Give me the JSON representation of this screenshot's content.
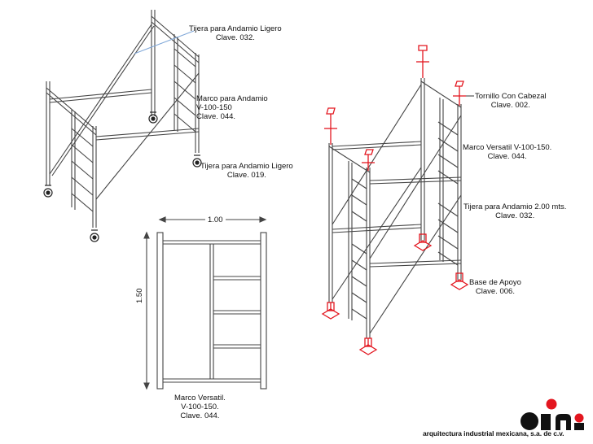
{
  "labels": {
    "tijera_ligero_032": {
      "name": "Tijera para Andamio Ligero",
      "clave": "Clave. 032."
    },
    "marco_andamio": {
      "line1": "Marco para Andamio",
      "line2": "V-100-150",
      "clave": "Clave. 044."
    },
    "tijera_ligero_019": {
      "name": "Tijera para Andamio Ligero",
      "clave": "Clave. 019."
    },
    "tornillo": {
      "name": "Tornillo Con Cabezal",
      "clave": "Clave. 002."
    },
    "marco_versatil_right": {
      "name": "Marco Versatil V-100-150.",
      "clave": "Clave. 044."
    },
    "tijera_200": {
      "name": "Tijera para Andamio 2.00 mts.",
      "clave": "Clave. 032."
    },
    "base_apoyo": {
      "name": "Base de Apoyo",
      "clave": "Clave. 006."
    },
    "marco_versatil_bottom": {
      "line1": "Marco  Versatil.",
      "line2": "V-100-150.",
      "clave": "Clave. 044."
    }
  },
  "dimensions": {
    "width": "1.00",
    "height": "1.50"
  },
  "brand": {
    "text": "arquitectura industrial mexicana, s.a. de c.v."
  },
  "colors": {
    "line": "#333333",
    "accent": "#e3161f",
    "leader": "#7fa7d8"
  }
}
